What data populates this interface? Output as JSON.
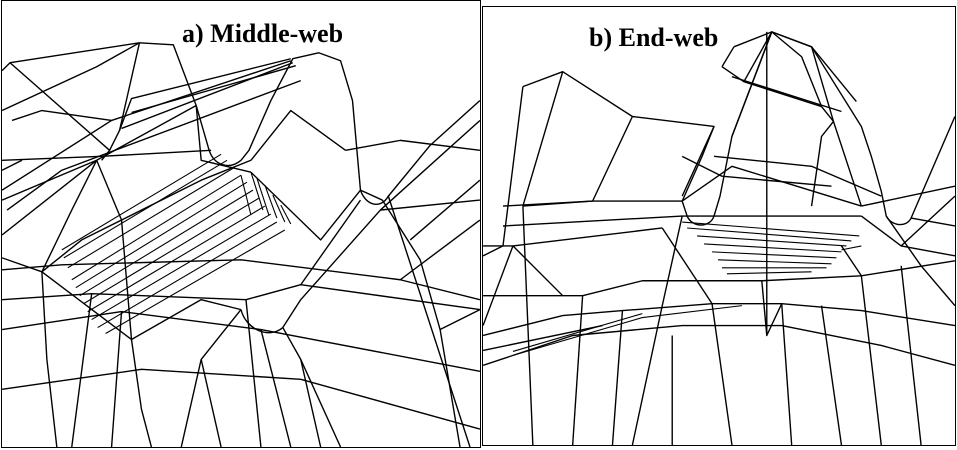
{
  "panels": [
    {
      "id": "a",
      "caption": "a) Middle-web"
    },
    {
      "id": "b",
      "caption": "b) End-web"
    }
  ]
}
